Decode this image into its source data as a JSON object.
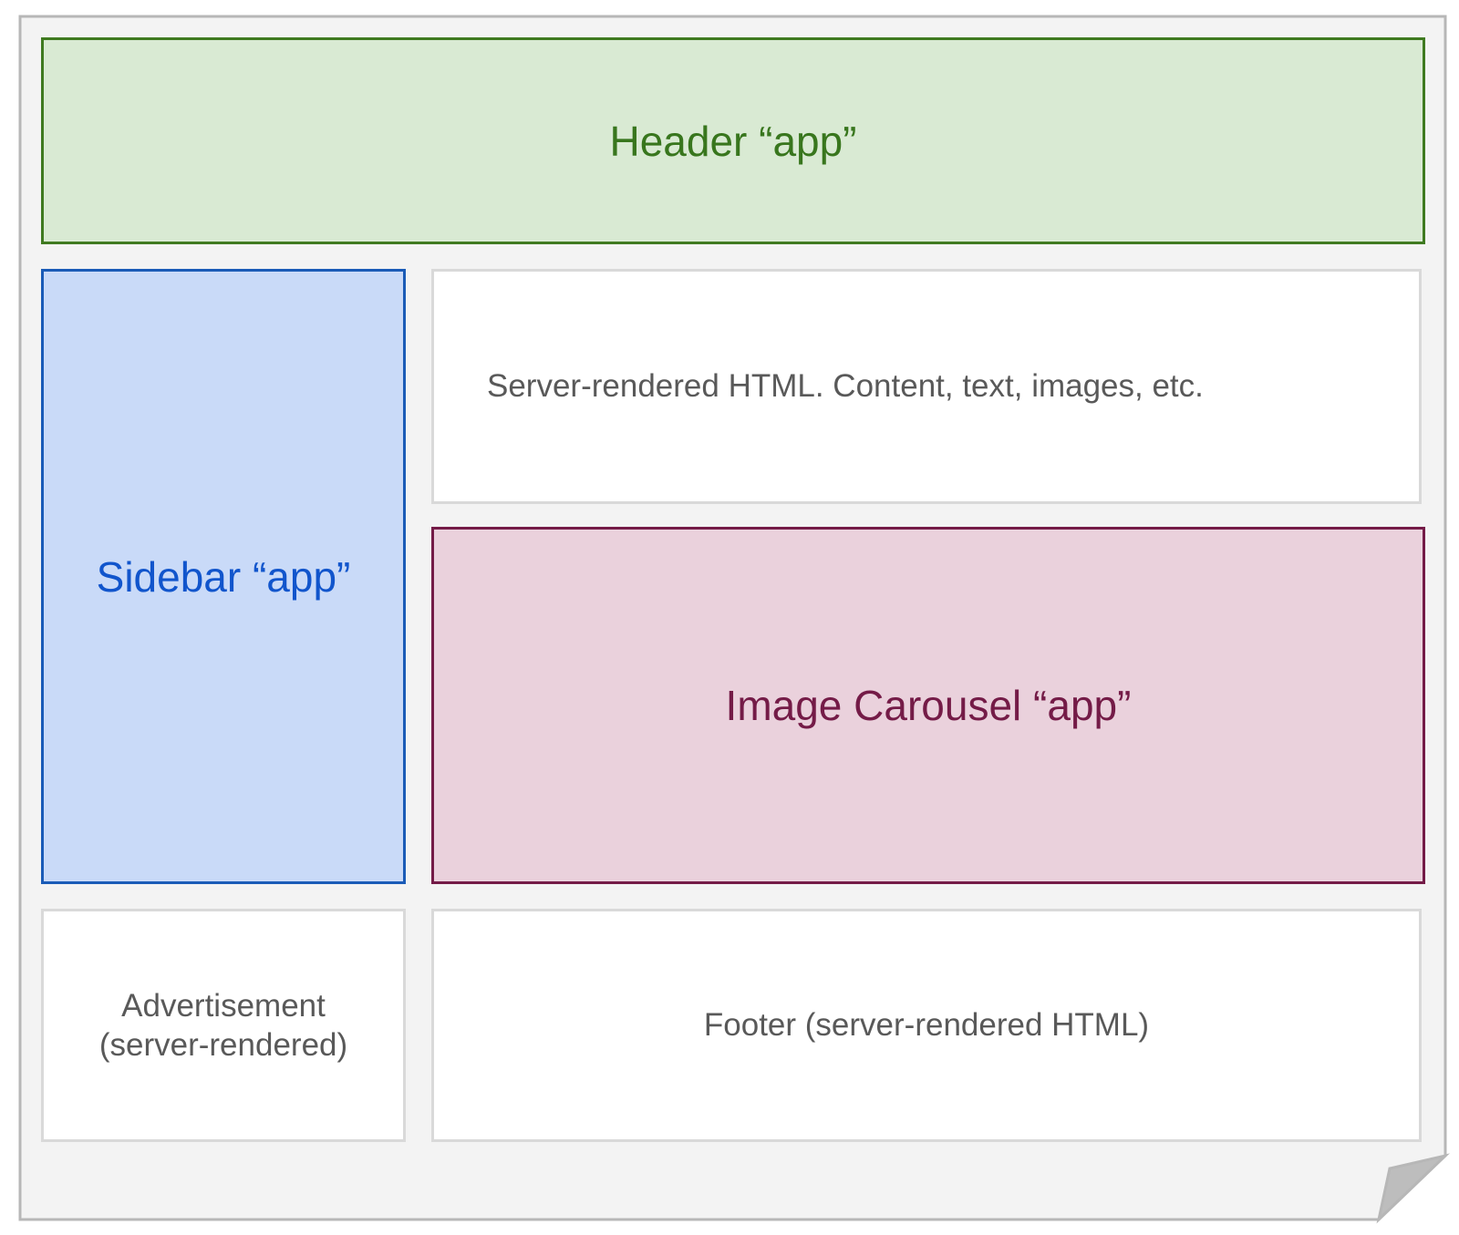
{
  "colors": {
    "page_background": "#f3f3f3",
    "page_border": "#b7b7b7",
    "fold_fill": "#bdbdbd",
    "header_fill": "#d9ead3",
    "header_text": "#38761d",
    "sidebar_fill": "#c9daf8",
    "sidebar_text": "#1155cc",
    "carousel_fill": "#ead1dc",
    "carousel_text": "#741b47",
    "plain_fill": "#ffffff",
    "plain_text": "#595959"
  },
  "header": {
    "label": "Header “app”"
  },
  "sidebar": {
    "label": "Sidebar “app”"
  },
  "content": {
    "label": "Server-rendered HTML. Content, text, images, etc."
  },
  "carousel": {
    "label": "Image Carousel “app”"
  },
  "advertisement": {
    "line1": "Advertisement",
    "line2": "(server-rendered)"
  },
  "footer": {
    "label": "Footer (server-rendered HTML)"
  }
}
